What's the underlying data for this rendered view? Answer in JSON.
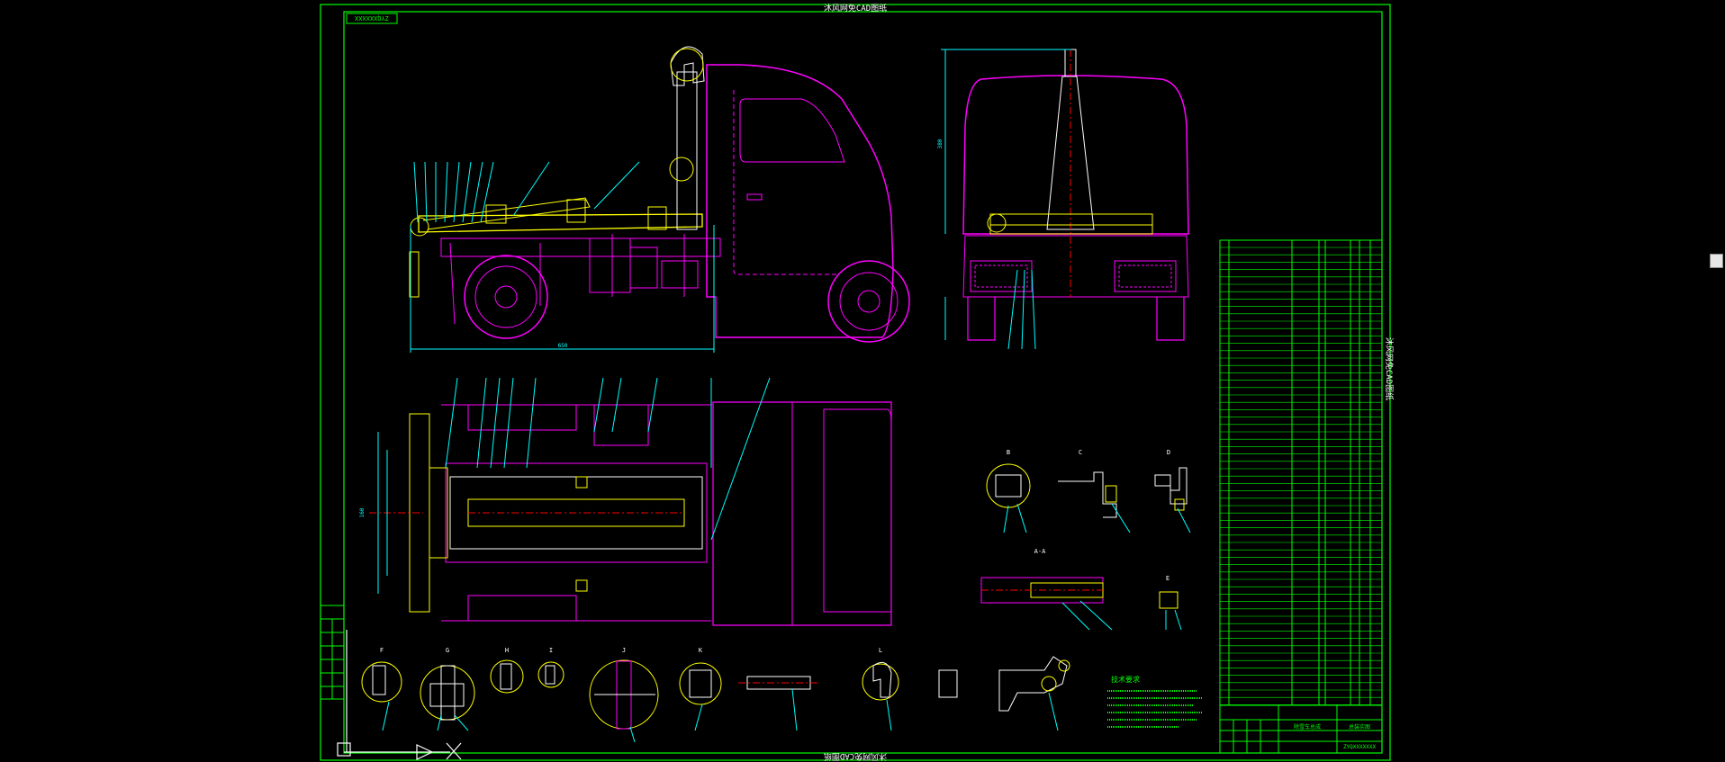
{
  "drawing": {
    "top_banner": "沐风网免CAD图纸",
    "bottom_banner": "沐风网免CAD图纸",
    "side_banner": "沐风网免CAD图纸",
    "stamp_code": "ZYQXXXXXX",
    "title_block": {
      "name": "除雪车总成",
      "code": "ZYQXXXXXXX",
      "part_name": "总装实图"
    },
    "tech_req_title": "技术要求",
    "section_labels": [
      "A-A",
      "B",
      "C",
      "D",
      "E",
      "F",
      "G",
      "H",
      "I",
      "J",
      "K",
      "L"
    ],
    "dimension_labels": {
      "overall_length": "650",
      "overall_height": "380",
      "plan_width": "160"
    }
  },
  "colors": {
    "frame": "#00ff00",
    "body": "#ff00ff",
    "mechanism": "#ffff00",
    "dimension": "#00ffff",
    "white": "#ffffff",
    "red": "#ff0000",
    "background": "#000000"
  },
  "ui": {
    "scrollbar": "vertical-scrollbar"
  }
}
